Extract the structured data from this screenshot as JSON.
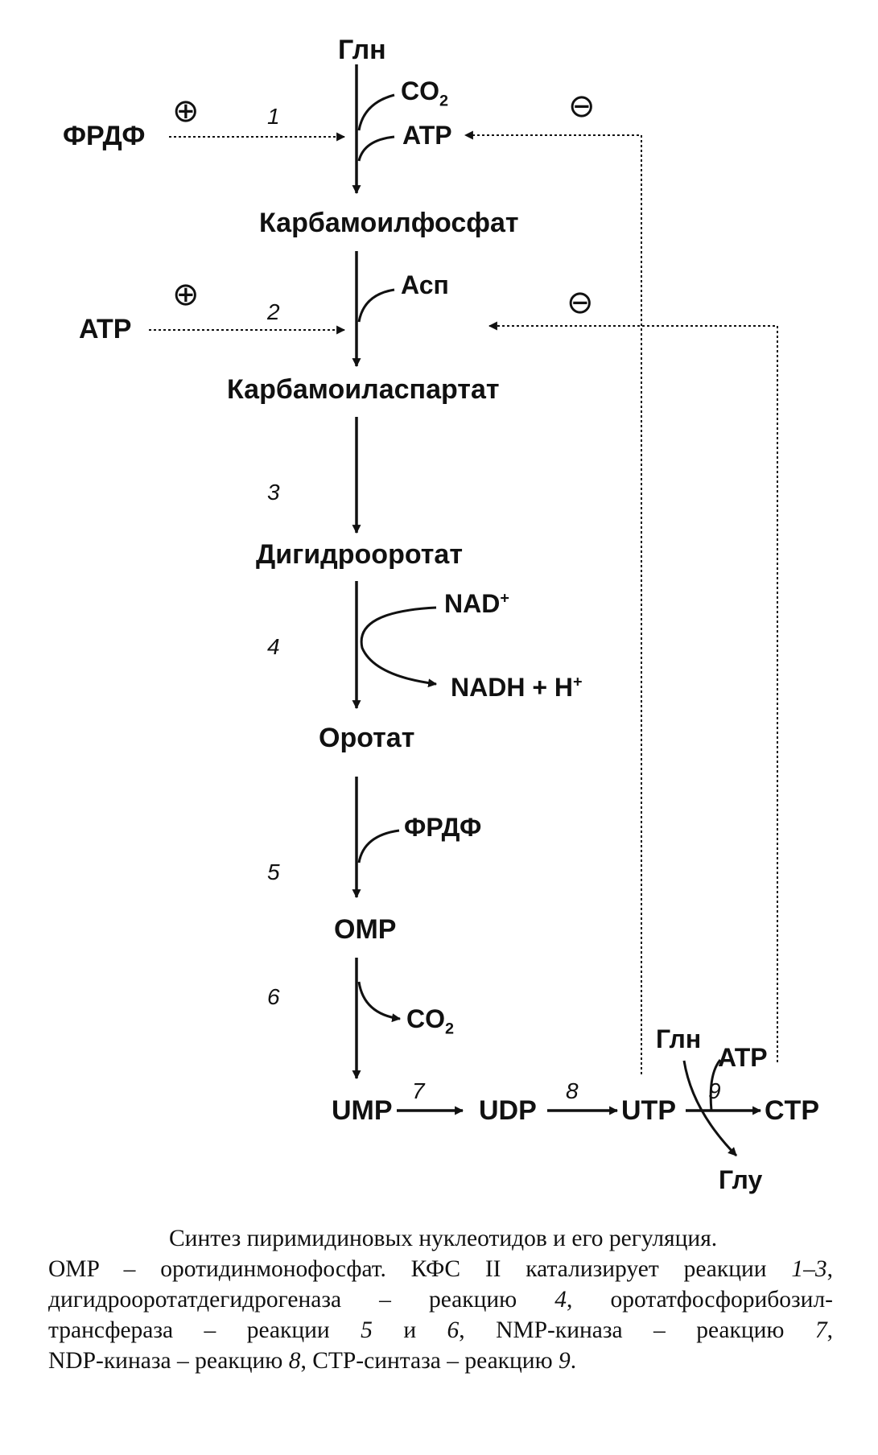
{
  "diagram": {
    "metabolites": {
      "gln_top": "Глн",
      "carbamoyl_phosphate": "Карбамоилфосфат",
      "carbamoyl_aspartate": "Карбамоиласпартат",
      "dihydroorotate": "Дигидрооротат",
      "orotate": "Оротат",
      "omp": "OMP",
      "ump": "UMP",
      "udp": "UDP",
      "utp": "UTP",
      "ctp": "CTP"
    },
    "cosubstrates": {
      "co2_in_base": "CO",
      "co2_in_sub": "2",
      "atp_1": "ATP",
      "asp": "Асп",
      "nad": "NAD",
      "nad_sup": "+",
      "nadh": "NADH + H",
      "nadh_sup": "+",
      "prpp_5": "ФРДФ",
      "co2_out_base": "CO",
      "co2_out_sub": "2",
      "gln_9": "Глн",
      "atp_9": "ATP",
      "glu_9": "Глу"
    },
    "effectors": {
      "prpp_left": "ФРДФ",
      "atp_left": "ATP",
      "plus_1": "⊕",
      "plus_2": "⊕",
      "minus_1": "⊖",
      "minus_2": "⊖"
    },
    "reaction_numbers": [
      "1",
      "2",
      "3",
      "4",
      "5",
      "6",
      "7",
      "8",
      "9"
    ]
  },
  "caption": {
    "line1": "Синтез пиримидиновых нуклеотидов и его регуляция.",
    "line2_a": "OMP – оротидинмонофосфат. КФС II катализирует реакции ",
    "line2_b": "1–3",
    "line2_c": ",",
    "line3_a": "дигидрооротатдегидрогеназа – реакцию ",
    "line3_b": "4",
    "line3_c": ", оротатфосфорибозил-",
    "line4_a": "трансфераза – реакции ",
    "line4_b": "5",
    "line4_c": " и ",
    "line4_d": "6",
    "line4_e": ", NMP-киназа – реакцию ",
    "line4_f": "7",
    "line4_g": ",",
    "line5_a": "NDP-киназа – реакцию ",
    "line5_b": "8",
    "line5_c": ", CTP-синтаза – реакцию ",
    "line5_d": "9",
    "line5_e": "."
  }
}
